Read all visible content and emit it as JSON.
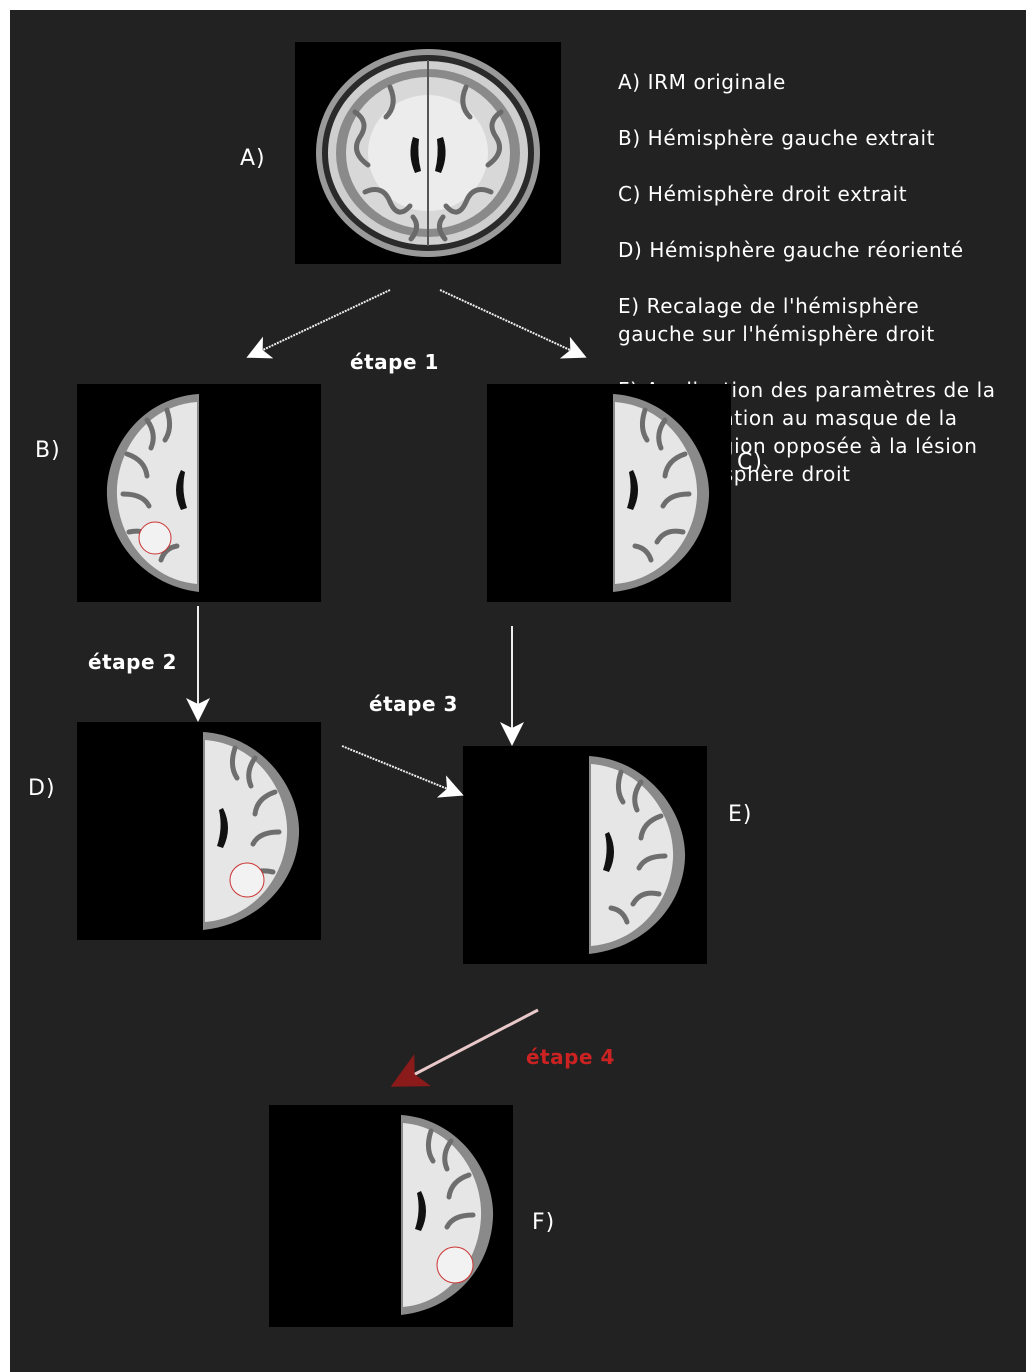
{
  "colors": {
    "background": "#222222",
    "panel": "#000000",
    "text": "#ffffff",
    "step4": "#cc2222",
    "lesion_outline": "#cc3333"
  },
  "legend": [
    "A) IRM originale",
    "B) Hémisphère gauche extrait",
    "C) Hémisphère droit extrait",
    "D) Hémisphère gauche réorienté",
    "E) Recalage de l'hémisphère\ngauche sur l'hémisphère droit",
    "F) Application des paramètres de la\ntransformation au masque de la\nlésion. Région opposée à la lésion\nsur l'hémisphère droit"
  ],
  "panels": {
    "a": {
      "label": "A)"
    },
    "b": {
      "label": "B)"
    },
    "c": {
      "label": "C)"
    },
    "d": {
      "label": "D)"
    },
    "e": {
      "label": "E)"
    },
    "f": {
      "label": "F)"
    }
  },
  "steps": {
    "s1": "étape 1",
    "s2": "étape 2",
    "s3": "étape 3",
    "s4": "étape 4"
  }
}
